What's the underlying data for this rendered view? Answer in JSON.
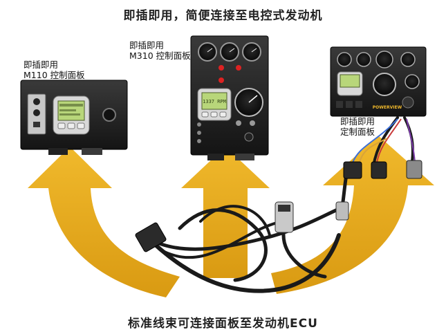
{
  "header": {
    "title": "即插即用，简便连接至电控式发动机"
  },
  "footer": {
    "caption": "标准线束可连接面板至发动机ECU"
  },
  "panels": {
    "m110": {
      "label_line1": "即插即用",
      "label_line2": "M110 控制面板"
    },
    "m310": {
      "label_line1": "即插即用",
      "label_line2": "M310 控制面板",
      "display_text": "1337 RPM"
    },
    "custom": {
      "label_line1": "即插即用",
      "label_line2": "定制面板",
      "brand_text": "POWERVIEW"
    }
  },
  "colors": {
    "arrow": "#e7a91c",
    "arrow_dark": "#c98c10",
    "panel": "#1d1d1d",
    "lcd": "#b8d67a",
    "cable": "#1a1a1a"
  }
}
